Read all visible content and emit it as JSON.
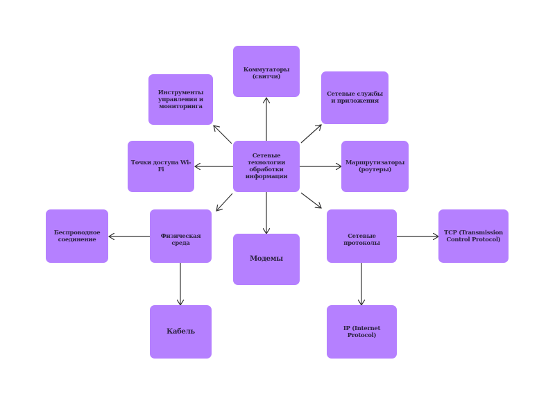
{
  "diagram": {
    "accent_color": "#b580ff",
    "center": "Сетевые технологии обработки информации",
    "nodes": {
      "switches": "Коммутаторы (свитчи)",
      "tools": "Инструменты управления и мониторинга",
      "services": "Сетевые службы и приложения",
      "wifi": "Точки доступа Wi-Fi",
      "routers": "Маршрутизаторы (роутеры)",
      "physical": "Физическая среда",
      "wireless": "Беспроводное соединение",
      "modems": "Модемы",
      "protocols": "Сетевые протоколы",
      "tcp": "TCP (Transmission Control Protocol)",
      "cable": "Кабель",
      "ip": "IP (Internet Protocol)"
    },
    "edges": [
      [
        "center",
        "switches"
      ],
      [
        "center",
        "tools"
      ],
      [
        "center",
        "services"
      ],
      [
        "center",
        "wifi"
      ],
      [
        "center",
        "routers"
      ],
      [
        "center",
        "physical"
      ],
      [
        "center",
        "modems"
      ],
      [
        "center",
        "protocols"
      ],
      [
        "physical",
        "wireless"
      ],
      [
        "physical",
        "cable"
      ],
      [
        "protocols",
        "tcp"
      ],
      [
        "protocols",
        "ip"
      ]
    ]
  }
}
